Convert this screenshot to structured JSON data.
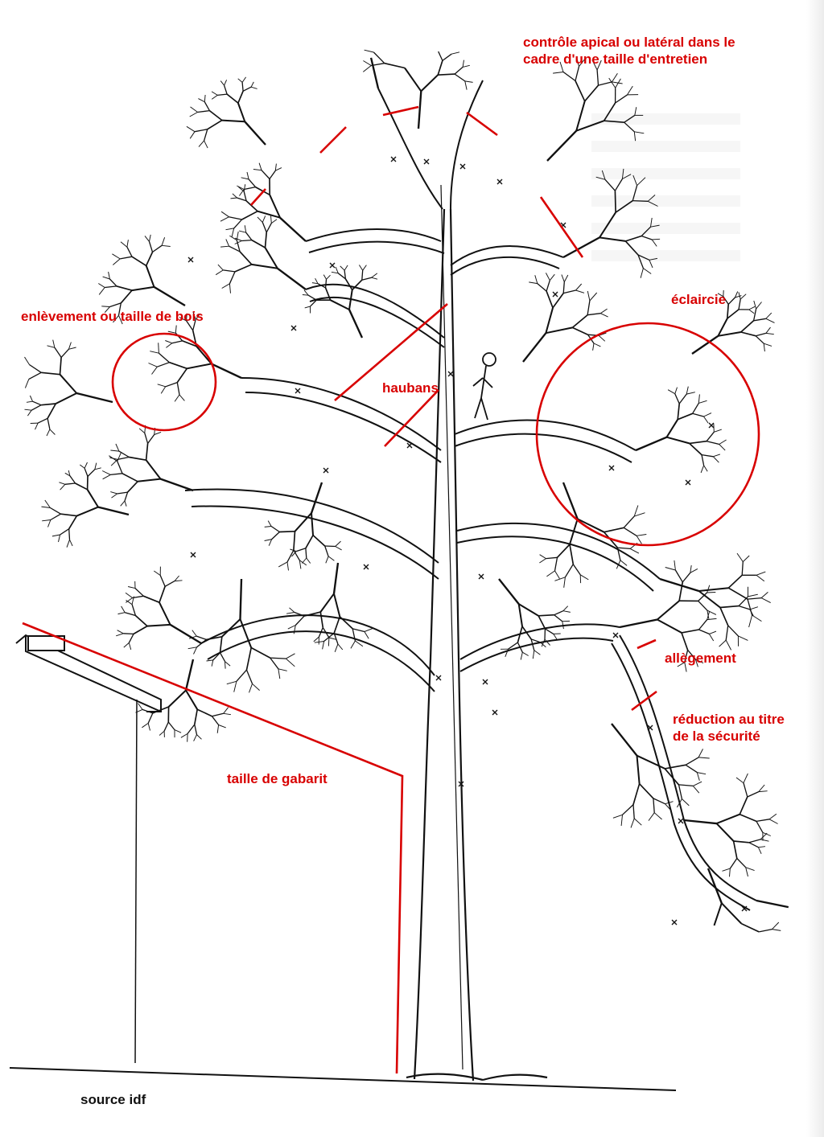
{
  "colors": {
    "ink": "#111111",
    "annotation": "#d80000",
    "background": "#ffffff"
  },
  "labels": {
    "apical_line1": "contrôle apical ou latéral dans le",
    "apical_line2": "cadre d'une taille d'entretien",
    "removal": "enlèvement ou taille de bois",
    "thinning": "éclaircie",
    "guy_lines": "haubans",
    "lightening": "allègement",
    "reduction_line1": "réduction au titre",
    "reduction_line2": "de la sécurité",
    "clearance": "taille de gabarit",
    "source": "source idf"
  }
}
